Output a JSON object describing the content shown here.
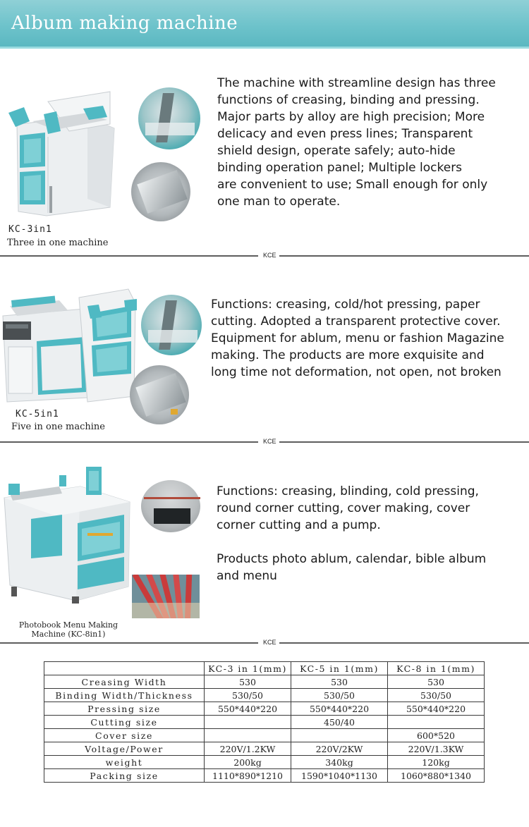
{
  "header": {
    "title": "Album making machine"
  },
  "separator_label": "KCE",
  "sections": [
    {
      "description": "The machine with streamline design has three\nfunctions of creasing, binding and pressing.\nMajor parts by alloy are high precision; More\ndelicacy and even press lines; Transparent\n shield design, operate safely; auto-hide\nbinding operation panel; Multiple lockers\n are convenient to use; Small enough for only\none man to operate.",
      "model": "KC-3in1",
      "name": "Three in one machine"
    },
    {
      "description": "Functions: creasing, cold/hot pressing, paper\ncutting. Adopted a transparent protective cover.\nEquipment for ablum, menu or fashion Magazine\nmaking. The products are more exquisite and\nlong time not deformation, not open, not broken",
      "model": "KC-5in1",
      "name": "Five in one machine"
    },
    {
      "description": "Functions: creasing, blinding, cold pressing,\nround corner cutting, cover making, cover\ncorner cutting and a pump.\n\nProducts photo ablum, calendar, bible album\nand menu",
      "caption": "Photobook Menu Making\nMachine (KC-8in1)"
    }
  ],
  "table": {
    "headers": [
      "",
      "KC-3 in 1(mm)",
      "KC-5 in 1(mm)",
      "KC-8 in 1(mm)"
    ],
    "rows": [
      [
        "Creasing Width",
        "530",
        "530",
        "530"
      ],
      [
        "Binding Width/Thickness",
        "530/50",
        "530/50",
        "530/50"
      ],
      [
        "Pressing size",
        "550*440*220",
        "550*440*220",
        "550*440*220"
      ],
      [
        "Cutting size",
        "",
        "450/40",
        ""
      ],
      [
        "Cover size",
        "",
        "",
        "600*520"
      ],
      [
        "Voltage/Power",
        "220V/1.2KW",
        "220V/2KW",
        "220V/1.3KW"
      ],
      [
        "weight",
        "200kg",
        "340kg",
        "120kg"
      ],
      [
        "Packing size",
        "1110*890*1210",
        "1590*1040*1130",
        "1060*880*1340"
      ]
    ]
  },
  "colors": {
    "banner": "#6ec3cb",
    "machine_teal": "#4fb9c3",
    "machine_body": "#eef0f1"
  }
}
